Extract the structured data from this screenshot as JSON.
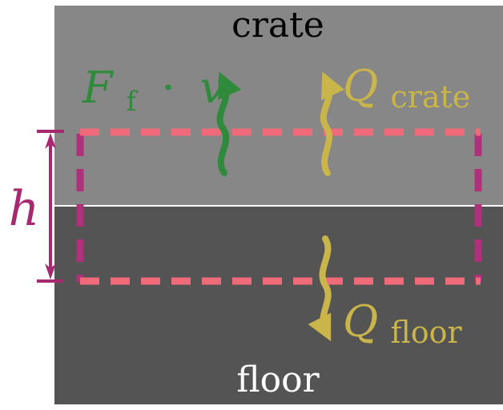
{
  "labels": {
    "crate": "crate",
    "floor": "floor",
    "height_symbol": "h",
    "friction_power": {
      "F": "F",
      "sub": "f",
      "dot": "·",
      "v": "v"
    },
    "heat_crate": {
      "Q": "Q",
      "sub": "crate"
    },
    "heat_floor": {
      "Q": "Q",
      "sub": "floor"
    }
  },
  "colors": {
    "crate_fill": "#878787",
    "floor_fill": "#545454",
    "interface_line": "#ffffff",
    "crate_text": "#000000",
    "floor_text": "#ffffff",
    "control_volume_horizontal": "#f06a7a",
    "control_volume_vertical": "#b0307a",
    "height_marker": "#a8286f",
    "friction_arrow": "#2f8a3c",
    "heat_arrow": "#c9b54a"
  }
}
